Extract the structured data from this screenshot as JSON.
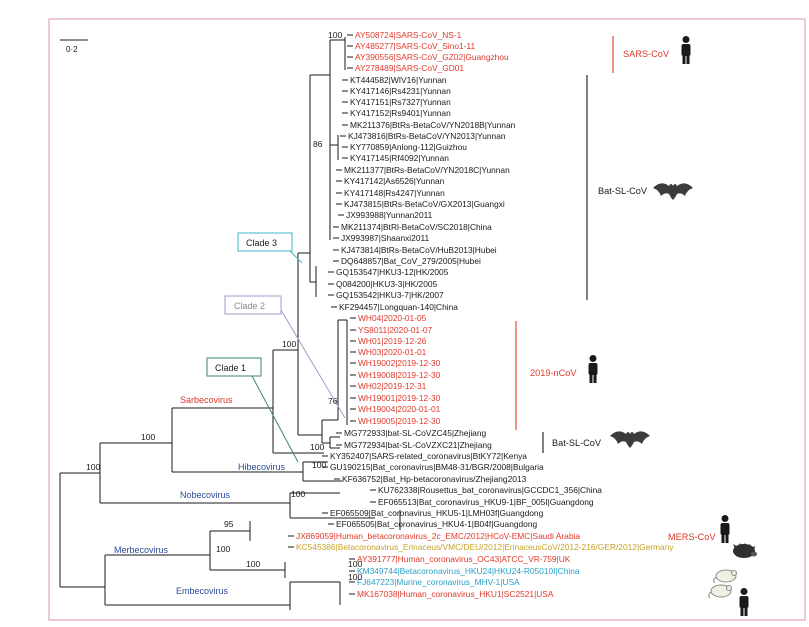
{
  "scale_label": "0·2",
  "tips": [
    {
      "text": "AY508724|SARS-CoV_NS-1",
      "color": "red"
    },
    {
      "text": "AY485277|SARS-CoV_Sino1-11",
      "color": "red"
    },
    {
      "text": "AY390556|SARS-CoV_GZ02|Guangzhou",
      "color": "red"
    },
    {
      "text": "AY278489|SARS-CoV_GD01",
      "color": "red"
    },
    {
      "text": "KT444582|WIV16|Yunnan",
      "color": "black"
    },
    {
      "text": "KY417146|Rs4231|Yunnan",
      "color": "black"
    },
    {
      "text": "KY417151|Rs7327|Yunnan",
      "color": "black"
    },
    {
      "text": "KY417152|Rs9401|Yunnan",
      "color": "black"
    },
    {
      "text": "MK211376|BtRs-BetaCoV/YN2018B|Yunnan",
      "color": "black"
    },
    {
      "text": "KJ473816|BtRs-BetaCoV/YN2013|Yunnan",
      "color": "black"
    },
    {
      "text": "KY770859|Anlong-112|Guizhou",
      "color": "black"
    },
    {
      "text": "KY417145|Rf4092|Yunnan",
      "color": "black"
    },
    {
      "text": "MK211377|BtRs-BetaCoV/YN2018C|Yunnan",
      "color": "black"
    },
    {
      "text": "KY417142|As6526|Yunnan",
      "color": "black"
    },
    {
      "text": "KY417148|Rs4247|Yunnan",
      "color": "black"
    },
    {
      "text": "KJ473815|BtRs-BetaCoV/GX2013|Guangxi",
      "color": "black"
    },
    {
      "text": "JX993988|Yunnan2011",
      "color": "black"
    },
    {
      "text": "MK211374|BtRl-BetaCoV/SC2018|China",
      "color": "black"
    },
    {
      "text": "JX993987|Shaanxi2011",
      "color": "black"
    },
    {
      "text": "KJ473814|BtRs-BetaCoV/HuB2013|Hubei",
      "color": "black"
    },
    {
      "text": "DQ648857|Bat_CoV_279/2005|Hubei",
      "color": "black"
    },
    {
      "text": "GQ153547|HKU3-12|HK/2005",
      "color": "black"
    },
    {
      "text": "Q084200|HKU3-3|HK/2005",
      "color": "black"
    },
    {
      "text": "GQ153542|HKU3-7|HK/2007",
      "color": "black"
    },
    {
      "text": "KF294457|Longquan-140|China",
      "color": "black"
    },
    {
      "text": "WH04|2020-01-05",
      "color": "red"
    },
    {
      "text": "YS8011|2020-01-07",
      "color": "red"
    },
    {
      "text": "WH01|2019-12-26",
      "color": "red"
    },
    {
      "text": "WH03|2020-01-01",
      "color": "red"
    },
    {
      "text": "WH19002|2019-12-30",
      "color": "red"
    },
    {
      "text": "WH19008|2019-12-30",
      "color": "red"
    },
    {
      "text": "WH02|2019-12-31",
      "color": "red"
    },
    {
      "text": "WH19001|2019-12-30",
      "color": "red"
    },
    {
      "text": "WH19004|2020-01-01",
      "color": "red"
    },
    {
      "text": "WH19005|2019-12-30",
      "color": "red"
    },
    {
      "text": "MG772933|bat-SL-CoVZC45|Zhejiang",
      "color": "black"
    },
    {
      "text": "MG772934|bat-SL-CoVZXC21|Zhejiang",
      "color": "black"
    },
    {
      "text": "KY352407|SARS-related_coronavirus|BtKY72|Kenya",
      "color": "black"
    },
    {
      "text": "GU190215|Bat_coronavirus|BM48-31/BGR/2008|Bulgaria",
      "color": "black"
    },
    {
      "text": "KF636752|Bat_Hp-betacoronavirus/Zhejiang2013",
      "color": "black"
    },
    {
      "text": "KU762338|Rousettus_bat_coronavirus|GCCDC1_356|China",
      "color": "black"
    },
    {
      "text": "EF065513|Bat_coronavirus_HKU9-1|BF_005I|Guangdong",
      "color": "black"
    },
    {
      "text": "EF065509|Bat_coronavirus_HKU5-1|LMH03f|Guangdong",
      "color": "black"
    },
    {
      "text": "EF065505|Bat_coronavirus_HKU4-1|B04f|Guangdong",
      "color": "black"
    },
    {
      "text": "JX869059|Human_betacoronavirus_2c_EMC/2012|HCoV-EMC|Saudi Arabia",
      "color": "red"
    },
    {
      "text": "KC545386|Betacoronavirus_Erinaceus/VMC/DEU/2012|ErinaceusCoV/2012-216/GER/2012|Germany",
      "color": "olive"
    },
    {
      "text": "AY391777|Human_coronavirus_OC43|ATCC_VR-759|UK",
      "color": "red"
    },
    {
      "text": "KM349744|Betacoronavirus_HKU24|HKU24-R05010I|China",
      "color": "teal"
    },
    {
      "text": "FJ647223|Murine_coronavirus_MHV-1|USA",
      "color": "teal"
    },
    {
      "text": "MK167038|Human_coronavirus_HKU1|SC2521|USA",
      "color": "red"
    }
  ],
  "bootstrap": [
    "100",
    "86",
    "100",
    "76",
    "100",
    "100",
    "100",
    "100",
    "100",
    "95",
    "100",
    "100",
    "100",
    "100"
  ],
  "genus_labels": {
    "sarbecovirus": "Sarbecovirus",
    "hibecovirus": "Hibecovirus",
    "nobecovirus": "Nobecovirus",
    "merbecovirus": "Merbecovirus",
    "embecovirus": "Embecovirus"
  },
  "clades": {
    "clade1": "Clade 1",
    "clade2": "Clade 2",
    "clade3": "Clade 3"
  },
  "groups": {
    "sars_cov": "SARS-CoV",
    "bat_sl_cov": "Bat-SL-CoV",
    "ncov": "2019-nCoV",
    "bat_sl_cov_2": "Bat-SL-CoV",
    "mers_cov": "MERS-CoV"
  },
  "colors": {
    "red": "#e0392b",
    "olive": "#c9a227",
    "teal": "#2aa1c6",
    "blue": "#2c4a96",
    "frame": "#e3a6b4"
  }
}
